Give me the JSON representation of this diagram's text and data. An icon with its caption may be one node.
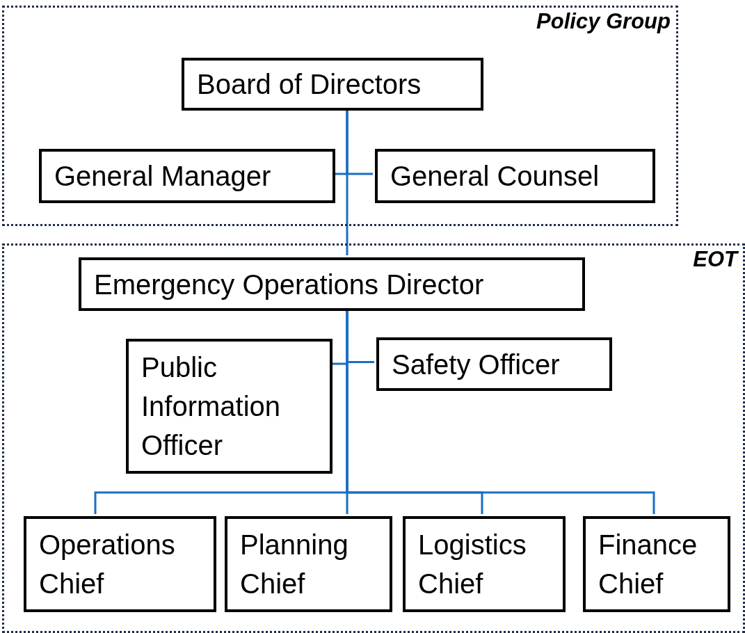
{
  "diagram": {
    "nodes": [
      {
        "text": [
          "Policy Group"
        ]
      },
      {
        "text": [
          "Board of Directors"
        ],
        "in": 0
      },
      {
        "text": [
          "General Manager"
        ],
        "in": 0
      },
      {
        "text": [
          "General Counsel"
        ],
        "in": 0
      },
      {
        "text": [
          "EOT"
        ]
      },
      {
        "text": [
          "Emergency Operations Director"
        ],
        "in": 4
      },
      {
        "text": [
          "Public Information Officer"
        ],
        "in": 4
      },
      {
        "text": [
          "Safety Officer"
        ],
        "in": 4
      },
      {
        "text": [
          "Operations Chief"
        ],
        "in": 4
      },
      {
        "text": [
          "Planning Chief"
        ],
        "in": 4
      },
      {
        "text": [
          "Logistics Chief"
        ],
        "in": 4
      },
      {
        "text": [
          "Finance Chief"
        ],
        "in": 4
      }
    ],
    "edges": [
      {
        "from": 1,
        "to": 2,
        "arrow": "none"
      },
      {
        "from": 1,
        "to": 3,
        "arrow": "none"
      },
      {
        "from": 1,
        "to": 5,
        "arrow": "none"
      },
      {
        "from": 5,
        "to": 6,
        "arrow": "none"
      },
      {
        "from": 5,
        "to": 7,
        "arrow": "none"
      },
      {
        "from": 5,
        "to": 8,
        "arrow": "none"
      },
      {
        "from": 5,
        "to": 9,
        "arrow": "none"
      },
      {
        "from": 5,
        "to": 10,
        "arrow": "none"
      },
      {
        "from": 5,
        "to": 11,
        "arrow": "none"
      }
    ]
  }
}
